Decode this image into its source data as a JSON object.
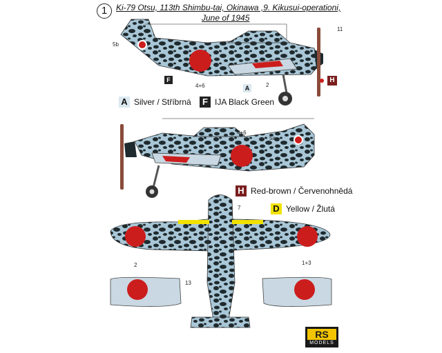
{
  "profile_number": "1",
  "title_line1": "Ki-79 Otsu, 113th Shimbu-tai, Okinawa ,9. Kikusui-operationi,",
  "title_line2": "June of 1945",
  "legend": {
    "A": {
      "code": "A",
      "label": "Silver / Stříbrná",
      "color": "#dbe8f0"
    },
    "F": {
      "code": "F",
      "label": "IJA Black Green",
      "color": "#222222"
    },
    "H": {
      "code": "H",
      "label": "Red-brown / Červenohnědá",
      "color": "#7a1e1e"
    },
    "D": {
      "code": "D",
      "label": "Yellow / Žlutá",
      "color": "#f2e200"
    }
  },
  "callouts": {
    "c5b": "5b",
    "c11": "11",
    "c46a": "4+6",
    "c2a": "2",
    "c46b": "4+6",
    "c5a": "5a",
    "c7": "7",
    "c13": "13",
    "c2b": "2",
    "c13b": "1+3"
  },
  "colors": {
    "hinomaru": "#cc1d1d",
    "camo_dark": "#1f2a2e",
    "camo_light": "#a8c6d6",
    "metal": "#c9d8e2"
  },
  "logo": {
    "top": "RS",
    "bottom": "MODELS"
  }
}
